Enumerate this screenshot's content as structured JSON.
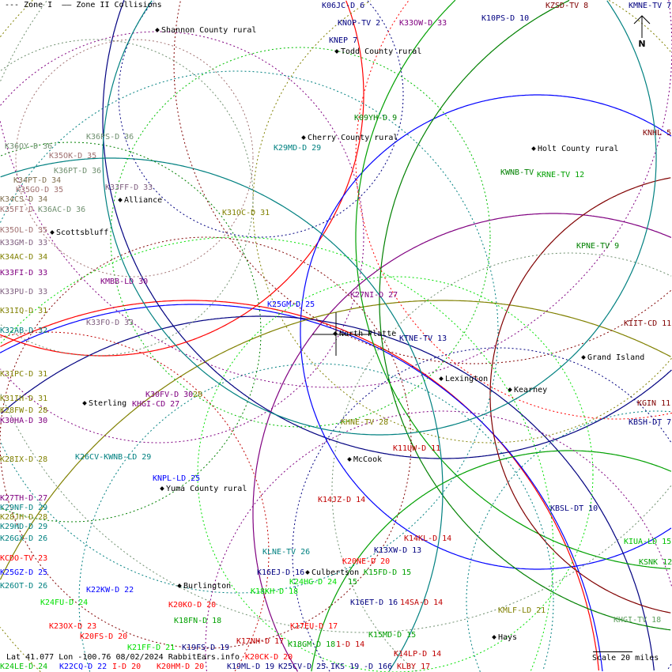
{
  "legend": {
    "zone1": "--- Zone I",
    "zone2": "—— Zone II Collisions"
  },
  "north_label": "N",
  "status": "Lat 41.077 Lon -100.76 08/02/2024 RabbitEars.info",
  "scale": "Scale 20 miles",
  "colors": {
    "navy": "#000080",
    "darkred": "#800000",
    "purple": "#800080",
    "olive": "#808000",
    "teal": "#008080",
    "blue": "#0000ff",
    "red": "#ff0000",
    "green": "#008000",
    "lime": "#00c000",
    "rosy": "#a07070",
    "sage": "#6f8f6f",
    "mauve": "#806080"
  },
  "cities": [
    {
      "name": "Shannon County rural"
    },
    {
      "name": "Todd County rural"
    },
    {
      "name": "Cherry County rural"
    },
    {
      "name": "Holt County rural"
    },
    {
      "name": "Alliance"
    },
    {
      "name": "Scottsbluff"
    },
    {
      "name": "North Platte"
    },
    {
      "name": "Grand Island"
    },
    {
      "name": "Lexington"
    },
    {
      "name": "Kearney"
    },
    {
      "name": "Sterling"
    },
    {
      "name": "McCook"
    },
    {
      "name": "Yuma County rural"
    },
    {
      "name": "Culbertson"
    },
    {
      "name": "Burlington"
    },
    {
      "name": "Hays"
    }
  ],
  "stations": [
    {
      "label": "K06JC-D 6",
      "color": "#000080"
    },
    {
      "label": "KNOP-TV 2",
      "color": "#000080"
    },
    {
      "label": "K33OW-D 33",
      "color": "#800080"
    },
    {
      "label": "K10PS-D 10",
      "color": "#000080"
    },
    {
      "label": "KZSD-TV 8",
      "color": "#800000"
    },
    {
      "label": "KMNE-TV 7",
      "color": "#000080"
    },
    {
      "label": "KNEP 7",
      "color": "#000080"
    },
    {
      "label": "K09YH-D 9",
      "color": "#008000"
    },
    {
      "label": "KNHL 5",
      "color": "#800000"
    },
    {
      "label": "K36PS-D 36",
      "color": "#6f8f6f"
    },
    {
      "label": "K36OY-D 36",
      "color": "#6f8f6f"
    },
    {
      "label": "K29MD-D 29",
      "color": "#008080"
    },
    {
      "label": "K35OK-D 35",
      "color": "#a07070"
    },
    {
      "label": "KWNB-TV",
      "color": "#008000"
    },
    {
      "label": "KRNE-TV 12",
      "color": "#00a000"
    },
    {
      "label": "K36PT-D 36",
      "color": "#6f8f6f"
    },
    {
      "label": "K34PT-D 34",
      "color": "#807050"
    },
    {
      "label": "K35GO-D 35",
      "color": "#a07070"
    },
    {
      "label": "K34CS-D 34",
      "color": "#807050"
    },
    {
      "label": "K33FF-D 33",
      "color": "#806080"
    },
    {
      "label": "K35FI-D",
      "color": "#a07070"
    },
    {
      "label": "K36AC-D 36",
      "color": "#6f8f6f"
    },
    {
      "label": "K31OC-D 31",
      "color": "#808000"
    },
    {
      "label": "K35OL-D 35",
      "color": "#a07070"
    },
    {
      "label": "K33GM-D 33",
      "color": "#806080"
    },
    {
      "label": "KPNE-TV 9",
      "color": "#008000"
    },
    {
      "label": "K34AC-D 34",
      "color": "#808000"
    },
    {
      "label": "K33FI-D 33",
      "color": "#800080"
    },
    {
      "label": "KMBB-LD 30",
      "color": "#800080"
    },
    {
      "label": "K33PU-D 33",
      "color": "#806080"
    },
    {
      "label": "K27NI-D 27",
      "color": "#800080"
    },
    {
      "label": "K25GM-D 25",
      "color": "#0000ff"
    },
    {
      "label": "K31IQ-D 31",
      "color": "#808000"
    },
    {
      "label": "K33FO-D 33",
      "color": "#806080"
    },
    {
      "label": "KIIT-CD 11",
      "color": "#800000"
    },
    {
      "label": "K32AB-D 32",
      "color": "#008080"
    },
    {
      "label": "KTNE-TV 13",
      "color": "#000080"
    },
    {
      "label": "K31PC-D 31",
      "color": "#808000"
    },
    {
      "label": "K30FV-D 30",
      "color": "#800080"
    },
    {
      "label": "28",
      "color": "#808000"
    },
    {
      "label": "K31IH-D 31",
      "color": "#808000"
    },
    {
      "label": "KHGI-CD 27",
      "color": "#800080"
    },
    {
      "label": "K28FW-D 28",
      "color": "#808000"
    },
    {
      "label": "KGIN 11",
      "color": "#800000"
    },
    {
      "label": "K30HA-D 30",
      "color": "#800080"
    },
    {
      "label": "KHNE-TV 28",
      "color": "#808000"
    },
    {
      "label": "KBSH-DT 7",
      "color": "#000080"
    },
    {
      "label": "K11UW-D 11",
      "color": "#c00000"
    },
    {
      "label": "K28IX-D 28",
      "color": "#808000"
    },
    {
      "label": "K26CV-KWNB-LD 29",
      "color": "#008080"
    },
    {
      "label": "KNPL-LD 25",
      "color": "#0000ff"
    },
    {
      "label": "K27TH-D 27",
      "color": "#800080"
    },
    {
      "label": "K14JZ-D 14",
      "color": "#c00000"
    },
    {
      "label": "K29NF-D 29",
      "color": "#008080"
    },
    {
      "label": "KBSL-DT 10",
      "color": "#000080"
    },
    {
      "label": "K28JH-D 28",
      "color": "#808000"
    },
    {
      "label": "K29HD-D 29",
      "color": "#008080"
    },
    {
      "label": "K26GX-D 26",
      "color": "#008080"
    },
    {
      "label": "K14KL-D 14",
      "color": "#c00000"
    },
    {
      "label": "KIUA-LD 15",
      "color": "#00c000"
    },
    {
      "label": "KLNE-TV 26",
      "color": "#008080"
    },
    {
      "label": "K13XW-D 13",
      "color": "#000080"
    },
    {
      "label": "KCDO-TV 23",
      "color": "#ff0000"
    },
    {
      "label": "K20NE-D 20",
      "color": "#ff0000"
    },
    {
      "label": "KSNK 12",
      "color": "#00a000"
    },
    {
      "label": "K16EJ-D 16",
      "color": "#000080"
    },
    {
      "label": "K15FD-D 15",
      "color": "#00a000"
    },
    {
      "label": "K25GZ-D 25",
      "color": "#0000ff"
    },
    {
      "label": "K24HG-D 24",
      "color": "#00e000"
    },
    {
      "label": "15",
      "color": "#00a000"
    },
    {
      "label": "K26OT-D 26",
      "color": "#008080"
    },
    {
      "label": "K22KW-D 22",
      "color": "#0000ff"
    },
    {
      "label": "K18KH-D 18",
      "color": "#00e000"
    },
    {
      "label": "K24FU-D 24",
      "color": "#00e000"
    },
    {
      "label": "K16ET-D 16",
      "color": "#000080"
    },
    {
      "label": "14SA-D 14",
      "color": "#c00000"
    },
    {
      "label": "K20KO-D 20",
      "color": "#ff0000"
    },
    {
      "label": "KMLF-LD 21",
      "color": "#808000"
    },
    {
      "label": "K18FN-D 18",
      "color": "#00a000"
    },
    {
      "label": "KHGI-TV 18",
      "color": "#60a060"
    },
    {
      "label": "K23OX-D 23",
      "color": "#ff0000"
    },
    {
      "label": "K17EU-D 17",
      "color": "#ff0000"
    },
    {
      "label": "K15MD-D 15",
      "color": "#00a000"
    },
    {
      "label": "K20FS-D 20",
      "color": "#ff0000"
    },
    {
      "label": "K17NH-D 17",
      "color": "#c00000"
    },
    {
      "label": "K18GM-D 18",
      "color": "#00a000"
    },
    {
      "label": "1-D 14",
      "color": "#c00000"
    },
    {
      "label": "K21FF-D 21",
      "color": "#00e000"
    },
    {
      "label": "K19FS-D 19",
      "color": "#000080"
    },
    {
      "label": "K20CK-D 20",
      "color": "#ff0000"
    },
    {
      "label": "K24LE-D 24",
      "color": "#00c000"
    },
    {
      "label": "K22CQ-D 22",
      "color": "#0000ff"
    },
    {
      "label": "I-D 20",
      "color": "#ff0000"
    },
    {
      "label": "K20HM-D 20",
      "color": "#ff0000"
    },
    {
      "label": "K19ML-D 19",
      "color": "#000080"
    },
    {
      "label": "K25CV-D 25",
      "color": "#000080"
    },
    {
      "label": "IKS 19",
      "color": "#000080"
    },
    {
      "label": "-D 166",
      "color": "#000080"
    },
    {
      "label": "K14LP-D 14",
      "color": "#c00000"
    },
    {
      "label": "KLBY 17",
      "color": "#c00000"
    }
  ]
}
